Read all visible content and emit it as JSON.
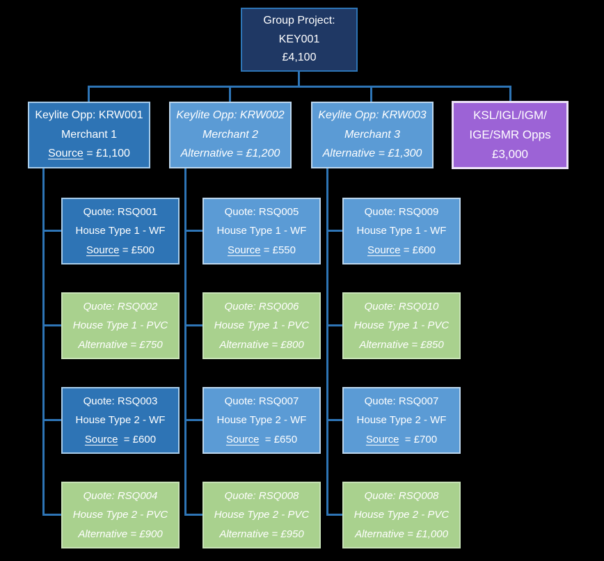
{
  "colors": {
    "background": "#000000",
    "root_fill": "#1F3864",
    "root_border": "#2E75B6",
    "source_dark_fill": "#2E74B5",
    "source_dark_border": "#A8CCEA",
    "alt_blue_fill": "#5B9BD5",
    "alt_blue_border": "#BDD7EE",
    "purple_fill": "#9C63D6",
    "purple_border": "#EDE3F8",
    "green_fill": "#A9D18E",
    "green_border": "#C9E3B8",
    "connector": "#2E75B6",
    "text": "#FFFFFF"
  },
  "root": {
    "line1": "Group Project:",
    "line2": "KEY001",
    "line3": "£4,100"
  },
  "opportunities": [
    {
      "id": "Keylite Opp: KRW001",
      "name": "Merchant 1",
      "value_label": "Source",
      "value_rest": " = £1,100"
    },
    {
      "id": "Keylite Opp: KRW002",
      "name": "Merchant 2",
      "value_label": "Alternative",
      "value_rest": " = £1,200"
    },
    {
      "id": "Keylite Opp: KRW003",
      "name": "Merchant 3",
      "value_label": "Alternative",
      "value_rest": " = £1,300"
    },
    {
      "line1": "KSL/IGL/IGM/",
      "line2": "IGE/SMR Opps",
      "line3": "£3,000"
    }
  ],
  "quotes": {
    "col1": [
      {
        "id": "Quote: RSQ001",
        "desc": "House Type 1 - WF",
        "value_label": "Source",
        "value_rest": " = £500"
      },
      {
        "id": "Quote: RSQ002",
        "desc": "House Type 1 - PVC",
        "value_label": "Alternative",
        "value_rest": " = £750"
      },
      {
        "id": "Quote: RSQ003",
        "desc": "House Type 2 - WF",
        "value_label": "Source",
        "value_rest": "  = £600"
      },
      {
        "id": "Quote: RSQ004",
        "desc": "House Type 2 - PVC",
        "value_label": "Alternative",
        "value_rest": " = £900"
      }
    ],
    "col2": [
      {
        "id": "Quote: RSQ005",
        "desc": "House Type 1 - WF",
        "value_label": "Source",
        "value_rest": " = £550"
      },
      {
        "id": "Quote: RSQ006",
        "desc": "House Type 1 - PVC",
        "value_label": "Alternative",
        "value_rest": " = £800"
      },
      {
        "id": "Quote: RSQ007",
        "desc": "House Type 2 - WF",
        "value_label": "Source",
        "value_rest": "  = £650"
      },
      {
        "id": "Quote: RSQ008",
        "desc": "House Type 2 - PVC",
        "value_label": "Alternative",
        "value_rest": " = £950"
      }
    ],
    "col3": [
      {
        "id": "Quote: RSQ009",
        "desc": "House Type 1 - WF",
        "value_label": "Source",
        "value_rest": " = £600"
      },
      {
        "id": "Quote: RSQ010",
        "desc": "House Type 1 - PVC",
        "value_label": "Alternative",
        "value_rest": " = £850"
      },
      {
        "id": "Quote: RSQ007",
        "desc": "House Type 2 - WF",
        "value_label": "Source",
        "value_rest": "  = £700"
      },
      {
        "id": "Quote: RSQ008",
        "desc": "House Type 2 - PVC",
        "value_label": "Alternative",
        "value_rest": " = £1,000"
      }
    ]
  }
}
